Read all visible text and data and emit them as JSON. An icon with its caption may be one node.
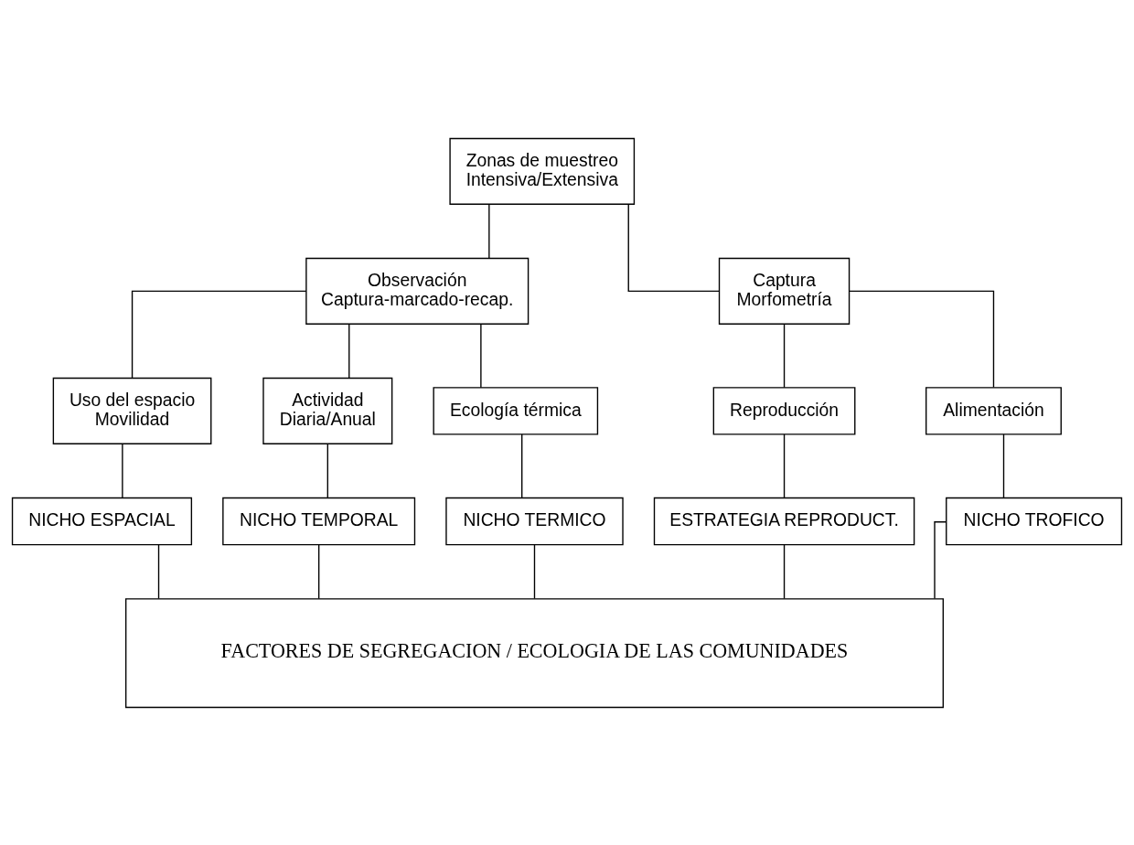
{
  "diagram": {
    "nodes": [
      {
        "text": [
          "Zonas de muestreo",
          "Intensiva/Extensiva"
        ]
      },
      {
        "text": [
          "Observación",
          "Captura-marcado-recap."
        ]
      },
      {
        "text": [
          "Captura",
          "Morfometría"
        ]
      },
      {
        "text": [
          "Uso del espacio",
          "Movilidad"
        ]
      },
      {
        "text": [
          "Actividad",
          "Diaria/Anual"
        ]
      },
      {
        "text": [
          "Ecología térmica"
        ]
      },
      {
        "text": [
          "Reproducción"
        ]
      },
      {
        "text": [
          "Alimentación"
        ]
      },
      {
        "text": [
          "NICHO ESPACIAL"
        ]
      },
      {
        "text": [
          "NICHO TEMPORAL"
        ]
      },
      {
        "text": [
          "NICHO TERMICO"
        ]
      },
      {
        "text": [
          "ESTRATEGIA REPRODUCT."
        ]
      },
      {
        "text": [
          "NICHO TROFICO"
        ]
      },
      {
        "text": [
          "FACTORES DE SEGREGACION / ECOLOGIA DE LAS COMUNIDADES"
        ]
      }
    ],
    "edges": [
      {
        "from": 0,
        "to": 1,
        "arrow": "none"
      },
      {
        "from": 0,
        "to": 2,
        "arrow": "none"
      },
      {
        "from": 1,
        "to": 3,
        "arrow": "none"
      },
      {
        "from": 1,
        "to": 4,
        "arrow": "none"
      },
      {
        "from": 1,
        "to": 5,
        "arrow": "none"
      },
      {
        "from": 2,
        "to": 6,
        "arrow": "none"
      },
      {
        "from": 2,
        "to": 7,
        "arrow": "none"
      },
      {
        "from": 3,
        "to": 8,
        "arrow": "none"
      },
      {
        "from": 4,
        "to": 9,
        "arrow": "none"
      },
      {
        "from": 5,
        "to": 10,
        "arrow": "none"
      },
      {
        "from": 6,
        "to": 11,
        "arrow": "none"
      },
      {
        "from": 7,
        "to": 12,
        "arrow": "none"
      },
      {
        "from": 8,
        "to": 13,
        "arrow": "none"
      },
      {
        "from": 9,
        "to": 13,
        "arrow": "none"
      },
      {
        "from": 10,
        "to": 13,
        "arrow": "none"
      },
      {
        "from": 11,
        "to": 13,
        "arrow": "none"
      },
      {
        "from": 12,
        "to": 13,
        "arrow": "none"
      }
    ]
  }
}
